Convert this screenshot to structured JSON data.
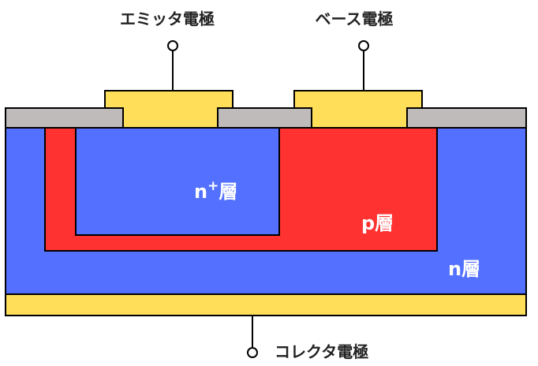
{
  "terminals": {
    "emitter": "エミッタ電極",
    "base": "ベース電極",
    "collector": "コレクタ電極"
  },
  "layers": {
    "n_plus_base": "n",
    "n_plus_sup": "+",
    "n_plus_suffix": "層",
    "p": "p層",
    "n": "n層"
  },
  "colors": {
    "n_region": "#5470FF",
    "p_region": "#FF3232",
    "metal": "#FFDE59",
    "oxide": "#BFBBBB",
    "outline": "#000000"
  }
}
